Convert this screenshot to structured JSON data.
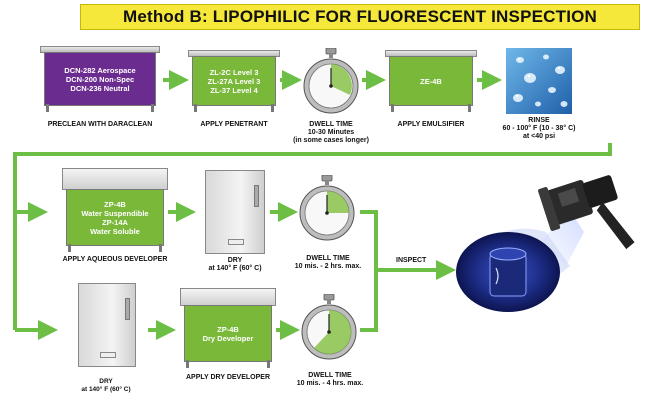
{
  "title": "Method B: LIPOPHILIC FOR FLUORESCENT INSPECTION",
  "colors": {
    "banner": "#f5e83a",
    "arrow": "#6dbe45",
    "purple_tank": "#6b2c8f",
    "green_tank": "#7ab83a",
    "lamp_glow": "#1e2f8a"
  },
  "steps": {
    "preclean": {
      "tank_lines": [
        "DCN-282 Aerospace",
        "DCN-200 Non-Spec",
        "DCN-236 Neutral"
      ],
      "caption": "PRECLEAN WITH DARACLEAN"
    },
    "penetrant": {
      "tank_lines": [
        "ZL-2C Level 3",
        "ZL-27A Level 3",
        "ZL-37 Level 4"
      ],
      "caption": "APPLY PENETRANT"
    },
    "dwell1": {
      "icon": "stopwatch-icon",
      "caption_lines": [
        "DWELL TIME",
        "10-30 Minutes",
        "(in some cases longer)"
      ]
    },
    "emulsifier": {
      "tank_lines": [
        "ZE-4B"
      ],
      "caption": "APPLY EMULSIFIER"
    },
    "rinse": {
      "icon": "water-droplets-icon",
      "caption_lines": [
        "RINSE",
        "60 - 100° F (10 - 38° C)",
        "at <40 psi"
      ]
    },
    "aqueous_dev": {
      "tank_lines": [
        "ZP-4B",
        "Water Suspendible",
        "ZP-14A",
        "Water Soluble"
      ],
      "caption": "APPLY AQUEOUS DEVELOPER"
    },
    "dry1": {
      "icon": "drying-oven-icon",
      "caption_lines": [
        "DRY",
        "at 140° F (60° C)"
      ]
    },
    "dwell2": {
      "icon": "stopwatch-icon",
      "caption_lines": [
        "DWELL TIME",
        "10 mis. - 2 hrs. max."
      ]
    },
    "inspect": {
      "icon": "uv-lamp-icon",
      "caption": "INSPECT"
    },
    "dry2": {
      "icon": "drying-oven-icon",
      "caption_lines": [
        "DRY",
        "at 140° F (60° C)"
      ]
    },
    "dry_dev": {
      "tank_lines": [
        "ZP-4B",
        "Dry Developer"
      ],
      "caption": "APPLY DRY DEVELOPER"
    },
    "dwell3": {
      "icon": "stopwatch-icon",
      "caption_lines": [
        "DWELL TIME",
        "10 mis. - 4 hrs. max."
      ]
    }
  }
}
